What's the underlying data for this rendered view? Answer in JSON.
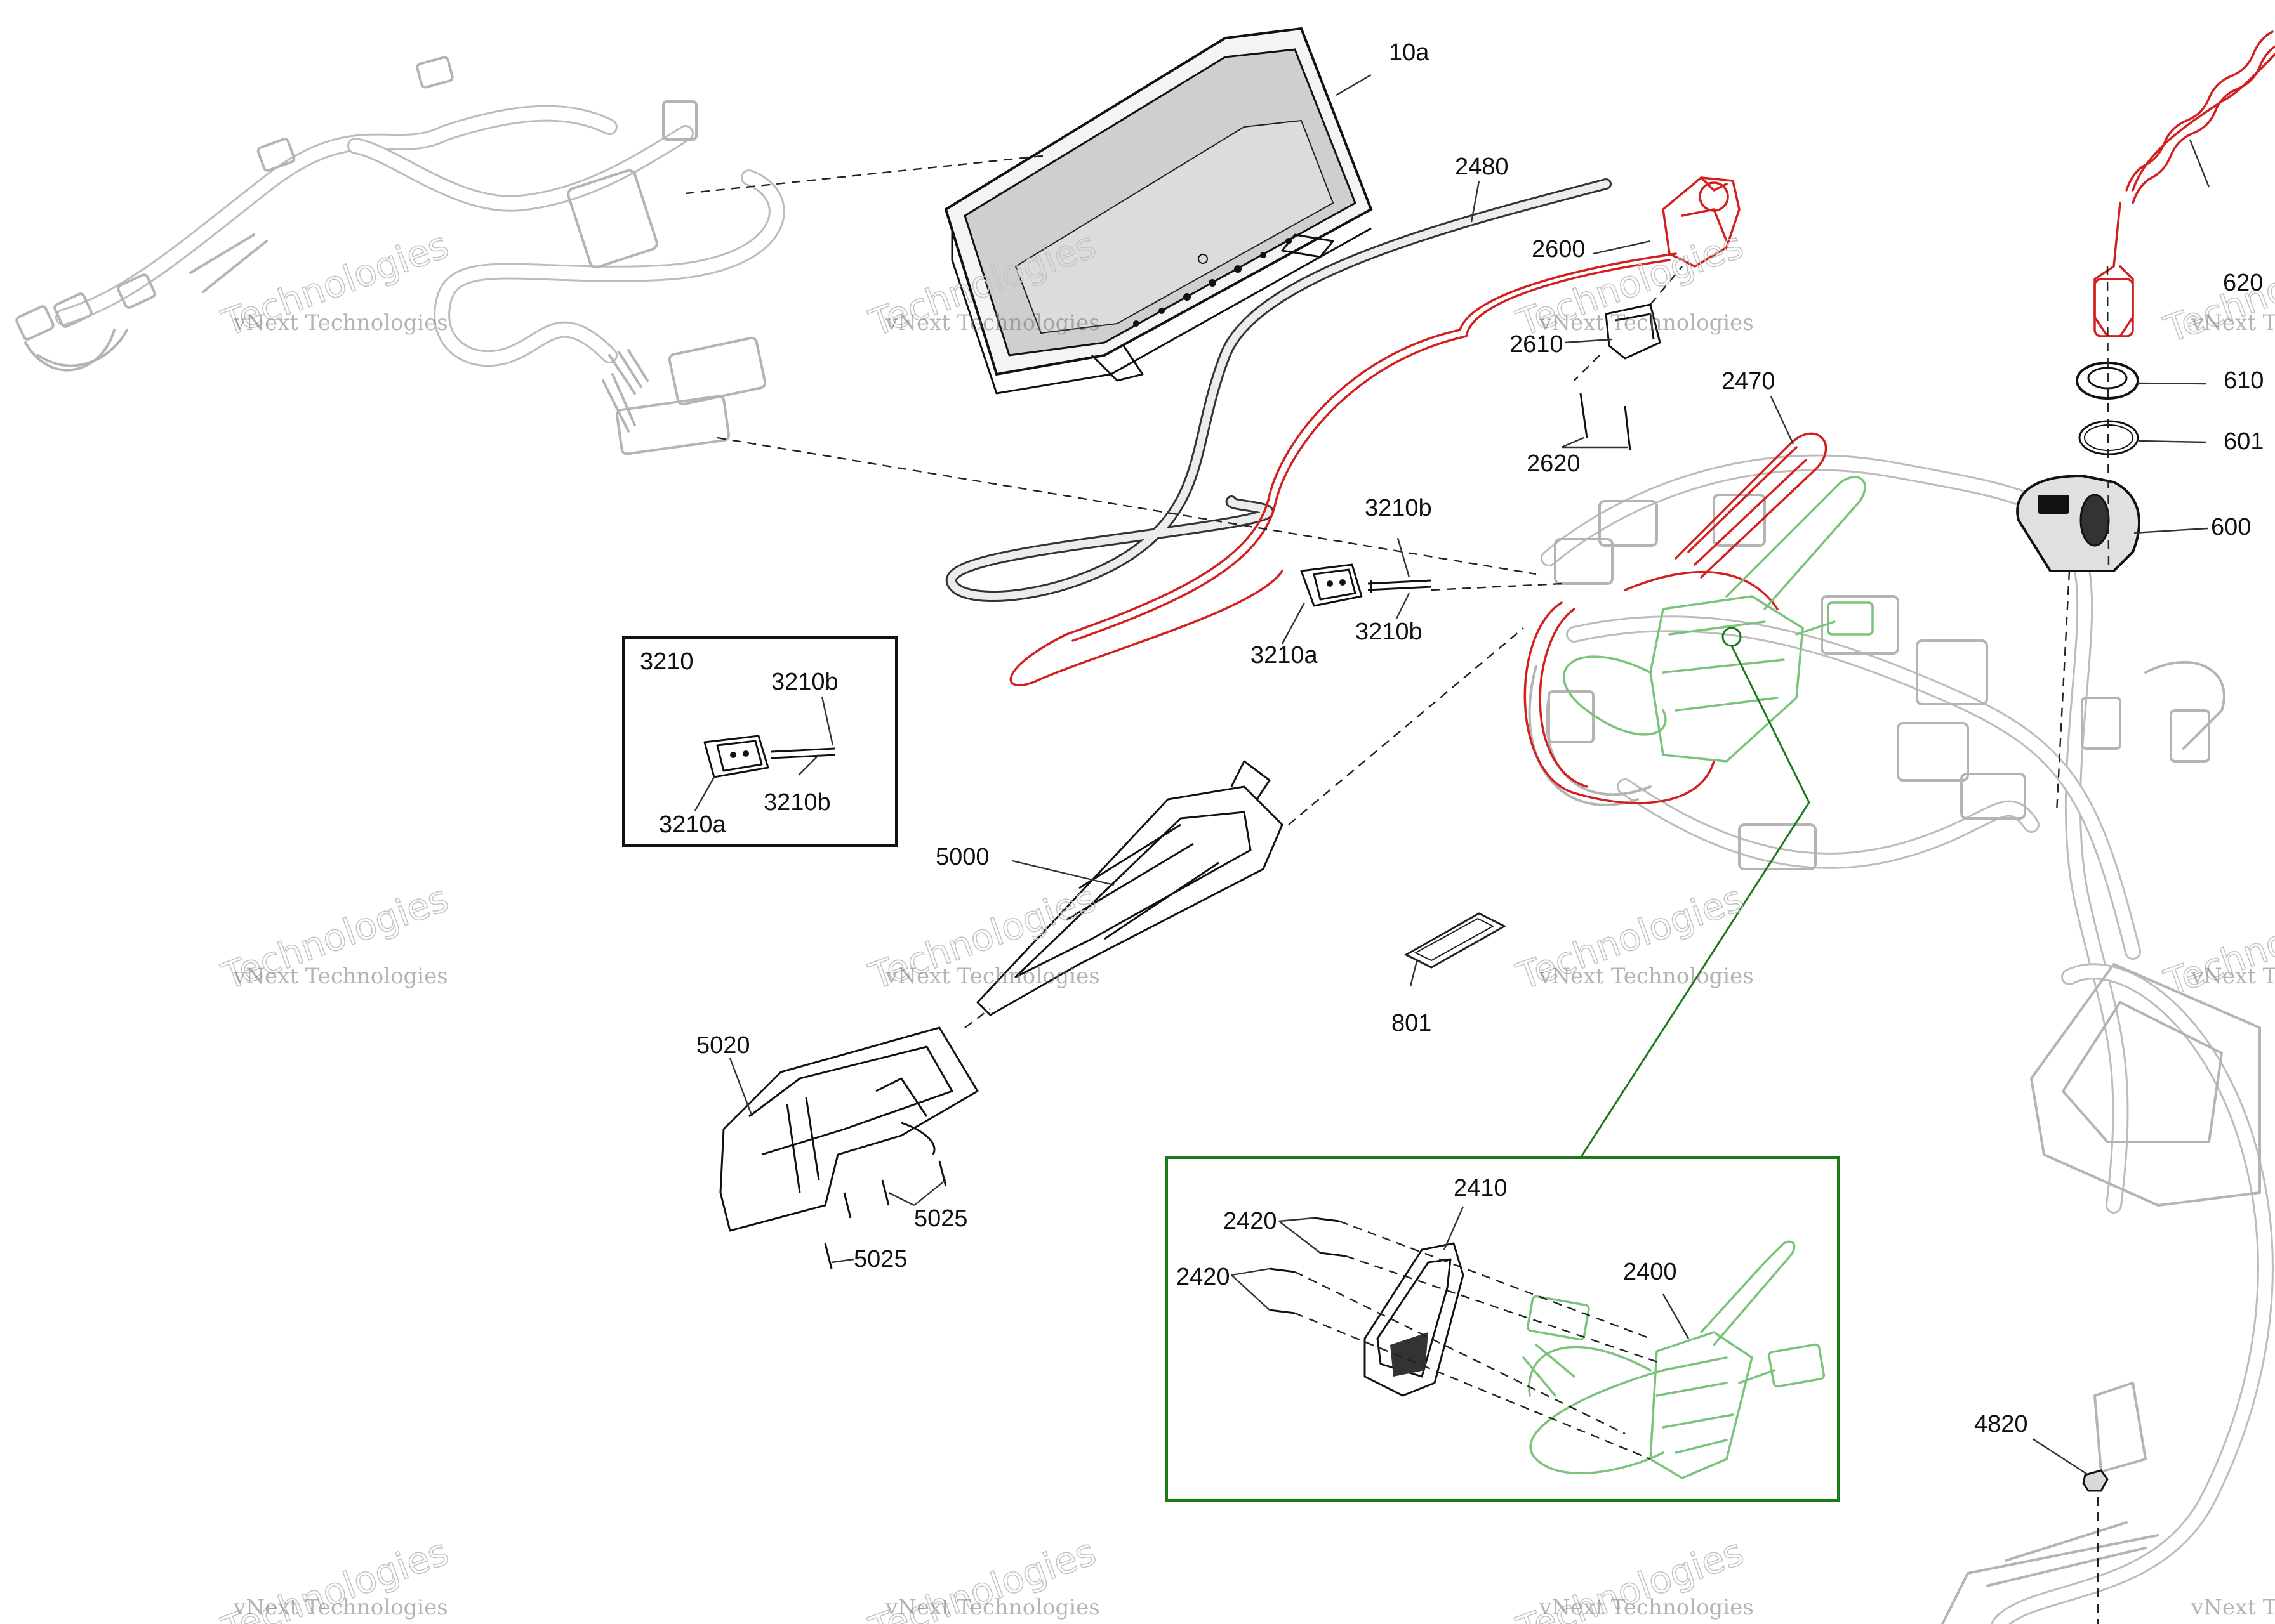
{
  "labels": {
    "p10a": "10a",
    "p2480": "2480",
    "p2600": "2600",
    "p2610": "2610",
    "p2620": "2620",
    "p2470": "2470",
    "p620": "620",
    "p610": "610",
    "p601": "601",
    "p600": "600",
    "p3210b_top": "3210b",
    "p3210b_bot": "3210b",
    "p3210a": "3210a",
    "box3210_title": "3210",
    "box3210_b_top": "3210b",
    "box3210_b_bot": "3210b",
    "box3210_a": "3210a",
    "p5000": "5000",
    "p5020": "5020",
    "p5025_right": "5025",
    "p5025_left": "5025",
    "p801": "801",
    "p2410": "2410",
    "p2420_top": "2420",
    "p2420_bot": "2420",
    "p2400": "2400",
    "p4820": "4820"
  },
  "watermark": {
    "line1": "vNext Technologies",
    "line2": "Technologies"
  },
  "colors": {
    "highlight_red": "#d21f1f",
    "highlight_green": "#7bc27b",
    "callout_green": "#1a7a1a",
    "ghost_grey": "#b4b4b4"
  }
}
